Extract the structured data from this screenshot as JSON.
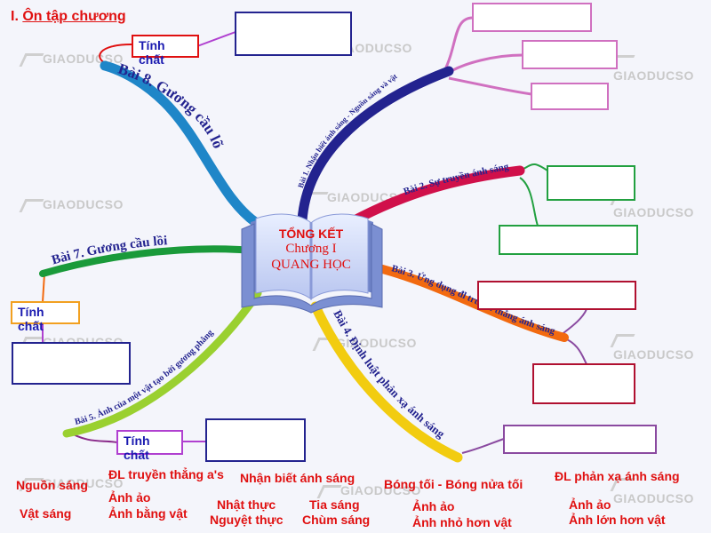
{
  "page": {
    "section_number": "I.",
    "section_title": "Ôn tập chương",
    "watermark_text": "GIAODUCSO"
  },
  "center": {
    "line1": "TỔNG KẾT",
    "line2": "Chương I",
    "line3": "QUANG HỌC"
  },
  "branches": {
    "bai1": "Bài 1. Nhận biết ánh sáng - Nguồn sáng và vật sáng",
    "bai2": "Bài 2. Sự truyền ánh sáng",
    "bai3": "Bài 3. Ứng dụng đl truyền thẳng ánh sáng",
    "bai4": "Bài 4. Định luật phản xạ ánh sáng",
    "bai5": "Bài 5. Ảnh của một vật tạo bởi gương phẳng",
    "bai7": "Bài 7. Gương cầu lồi",
    "bai8": "Bài 8. Gương cầu lõm"
  },
  "properties": {
    "label": "Tính chất"
  },
  "answers": {
    "nguon_sang": "Nguồn sáng",
    "vat_sang": "Vật sáng",
    "dl_truyen_thang": "ĐL truyền thẳng a's",
    "anh_ao_1": "Ảnh ảo",
    "anh_bang_vat": "Ảnh bằng vật",
    "nhan_biet": "Nhận biết ánh sáng",
    "nhat_thuc": "Nhật thực",
    "nguyet_thuc": "Nguyệt thực",
    "tia_sang": "Tia sáng",
    "chum_sang": "Chùm sáng",
    "bong_toi": "Bóng tối - Bóng nửa tối",
    "anh_ao_2": "Ảnh ảo",
    "anh_nho": "Ảnh nhỏ hơn vật",
    "dl_phan_xa": "ĐL phản xạ ánh sáng",
    "anh_ao_3": "Ảnh ảo",
    "anh_lon": "Ảnh lớn hơn vật"
  },
  "colors": {
    "bai1": "#23238f",
    "bai2": "#d0104a",
    "bai3": "#f26a10",
    "bai4": "#f2cc10",
    "bai5": "#9ad030",
    "bai7": "#1a9a3a",
    "bai8": "#1f86c8",
    "title_red": "#e01010",
    "label_blue": "#1a1ab0"
  }
}
